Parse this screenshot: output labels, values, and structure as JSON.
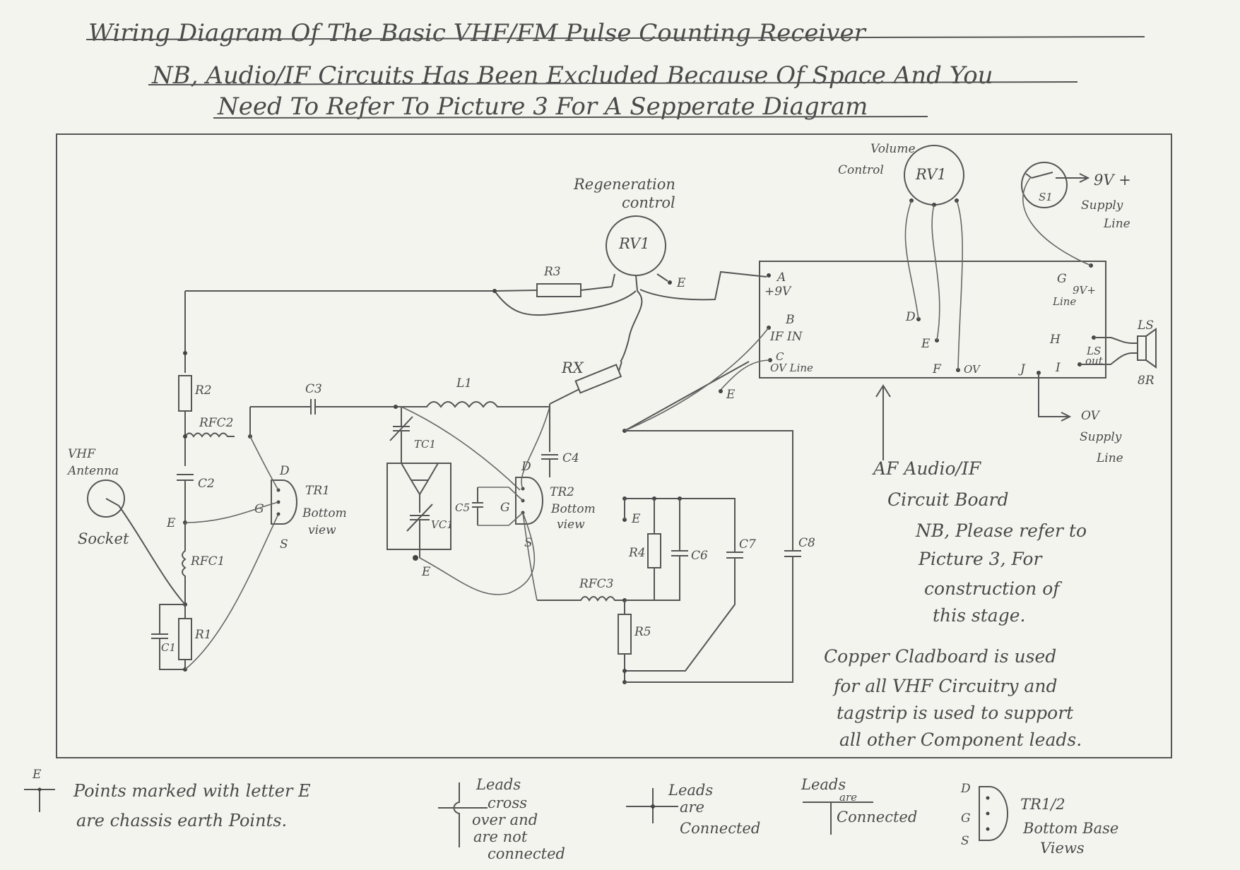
{
  "title": {
    "line1": "Wiring Diagram Of The Basic VHF/FM Pulse Counting Receiver",
    "line2": "NB, Audio/IF Circuits Has Been Excluded Because Of Space And You",
    "line3": "Need To Refer To Picture 3 For A Sepperate Diagram"
  },
  "components": {
    "rv1_regen": "RV1",
    "regen_label_1": "Regeneration",
    "regen_label_2": "control",
    "rv1_volume": "RV1",
    "volume_label_1": "Volume",
    "volume_label_2": "Control",
    "s1": "S1",
    "supply_plus": "9V +",
    "supply_label_1": "Supply",
    "supply_label_2": "Line",
    "r3": "R3",
    "rx": "RX",
    "r2": "R2",
    "rfc2": "RFC2",
    "c3": "C3",
    "l1": "L1",
    "c2": "C2",
    "rfc1": "RFC1",
    "r1": "R1",
    "c1": "C1",
    "tc1": "TC1",
    "vc1": "VC1",
    "c4": "C4",
    "c5": "C5",
    "tr1": "TR1",
    "tr2": "TR2",
    "bottom": "Bottom",
    "view": "view",
    "r4": "R4",
    "c6": "C6",
    "c7": "C7",
    "c8": "C8",
    "rfc3": "RFC3",
    "r5": "R5",
    "antenna_1": "VHF",
    "antenna_2": "Antenna",
    "socket": "Socket",
    "ls": "LS",
    "ls_out_1": "LS",
    "ls_out_2": "out",
    "ohms": "8R",
    "ov_supply_1": "OV",
    "ov_supply_2": "Supply",
    "ov_supply_3": "Line",
    "pin_d": "D",
    "pin_g": "G",
    "pin_s": "S",
    "earth": "E"
  },
  "board": {
    "a": "A",
    "a_sub": "+9V",
    "b": "B",
    "b_sub": "IF IN",
    "c": "C",
    "c_sub": "OV Line",
    "d": "D",
    "e": "E",
    "f": "F",
    "f_sub": "OV",
    "g": "G",
    "g_sub_1": "9V+",
    "g_sub_2": "Line",
    "h": "H",
    "i": "I",
    "j": "J"
  },
  "notes": {
    "board_1": "AF Audio/IF",
    "board_2": "Circuit Board",
    "refer_1": "NB, Please refer to",
    "refer_2": "Picture 3, For",
    "refer_3": "construction of",
    "refer_4": "this stage.",
    "copper_1": "Copper Cladboard is used",
    "copper_2": "for all VHF Circuitry and",
    "copper_3": "tagstrip is used to support",
    "copper_4": "all other Component leads."
  },
  "legend": {
    "earth_1": "Points marked with letter E",
    "earth_2": "are chassis earth Points.",
    "cross_1": "Leads",
    "cross_2": "cross",
    "cross_3": "over and",
    "cross_4": "are not",
    "cross_5": "connected",
    "conn_1": "Leads",
    "conn_2": "are",
    "conn_3": "Connected",
    "tee_1": "Leads",
    "tee_2": "are",
    "tee_3": "Connected",
    "tr_1": "TR1/2",
    "tr_2": "Bottom Base",
    "tr_3": "Views"
  }
}
